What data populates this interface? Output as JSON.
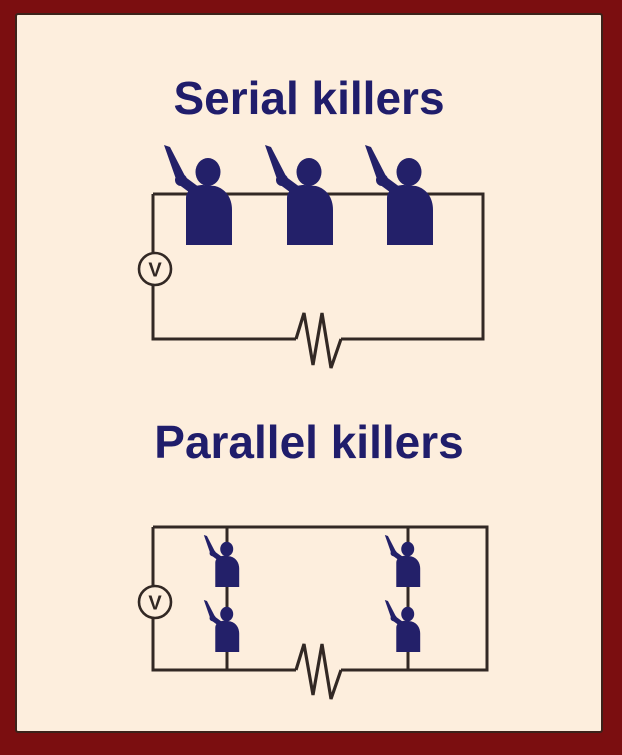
{
  "page": {
    "background_color": "#7b0e10",
    "panel_color": "#fdeedd",
    "wire_color": "#322824",
    "figure_color": "#232069",
    "title_color": "#201d6b"
  },
  "circuits": {
    "serial": {
      "title": "Serial killers",
      "voltage_label": "V",
      "topology": "series",
      "killer_count": 3,
      "has_resistor": true,
      "has_voltage_source": true
    },
    "parallel": {
      "title": "Parallel killers",
      "voltage_label": "V",
      "topology": "parallel",
      "killer_count": 4,
      "branch_count": 2,
      "killers_per_branch": 2,
      "has_resistor": true,
      "has_voltage_source": true
    }
  }
}
